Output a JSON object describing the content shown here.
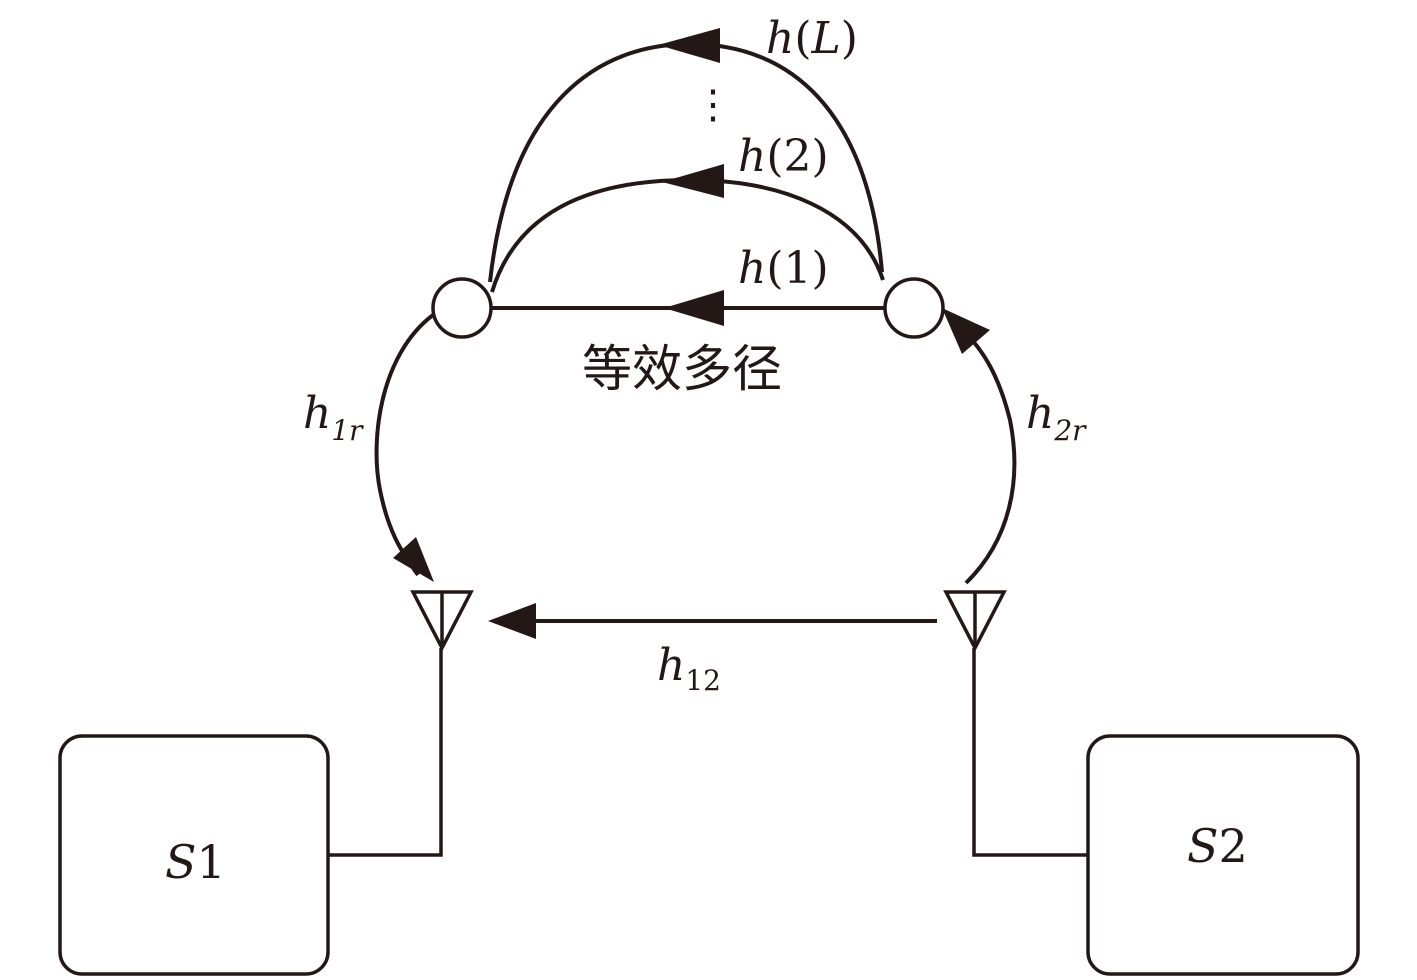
{
  "nodes": {
    "s1": {
      "label_main": "S",
      "label_idx": "1"
    },
    "s2": {
      "label_main": "S",
      "label_idx": "2"
    },
    "equivalent_multipath": {
      "label": "等效多径"
    }
  },
  "channels": {
    "h1": {
      "sym": "h",
      "arg": "(1)"
    },
    "h2": {
      "sym": "h",
      "arg": "(2)"
    },
    "hL": {
      "sym": "h",
      "lp": "(",
      "arg": "L",
      "rp": ")"
    },
    "dots": "⋮",
    "h1r": {
      "sym": "h",
      "sub": "1r"
    },
    "h2r": {
      "sym": "h",
      "sub": "2r"
    },
    "h12": {
      "sym": "h",
      "sub": "12"
    }
  },
  "colors": {
    "ink": "#231815",
    "background": "#ffffff"
  }
}
